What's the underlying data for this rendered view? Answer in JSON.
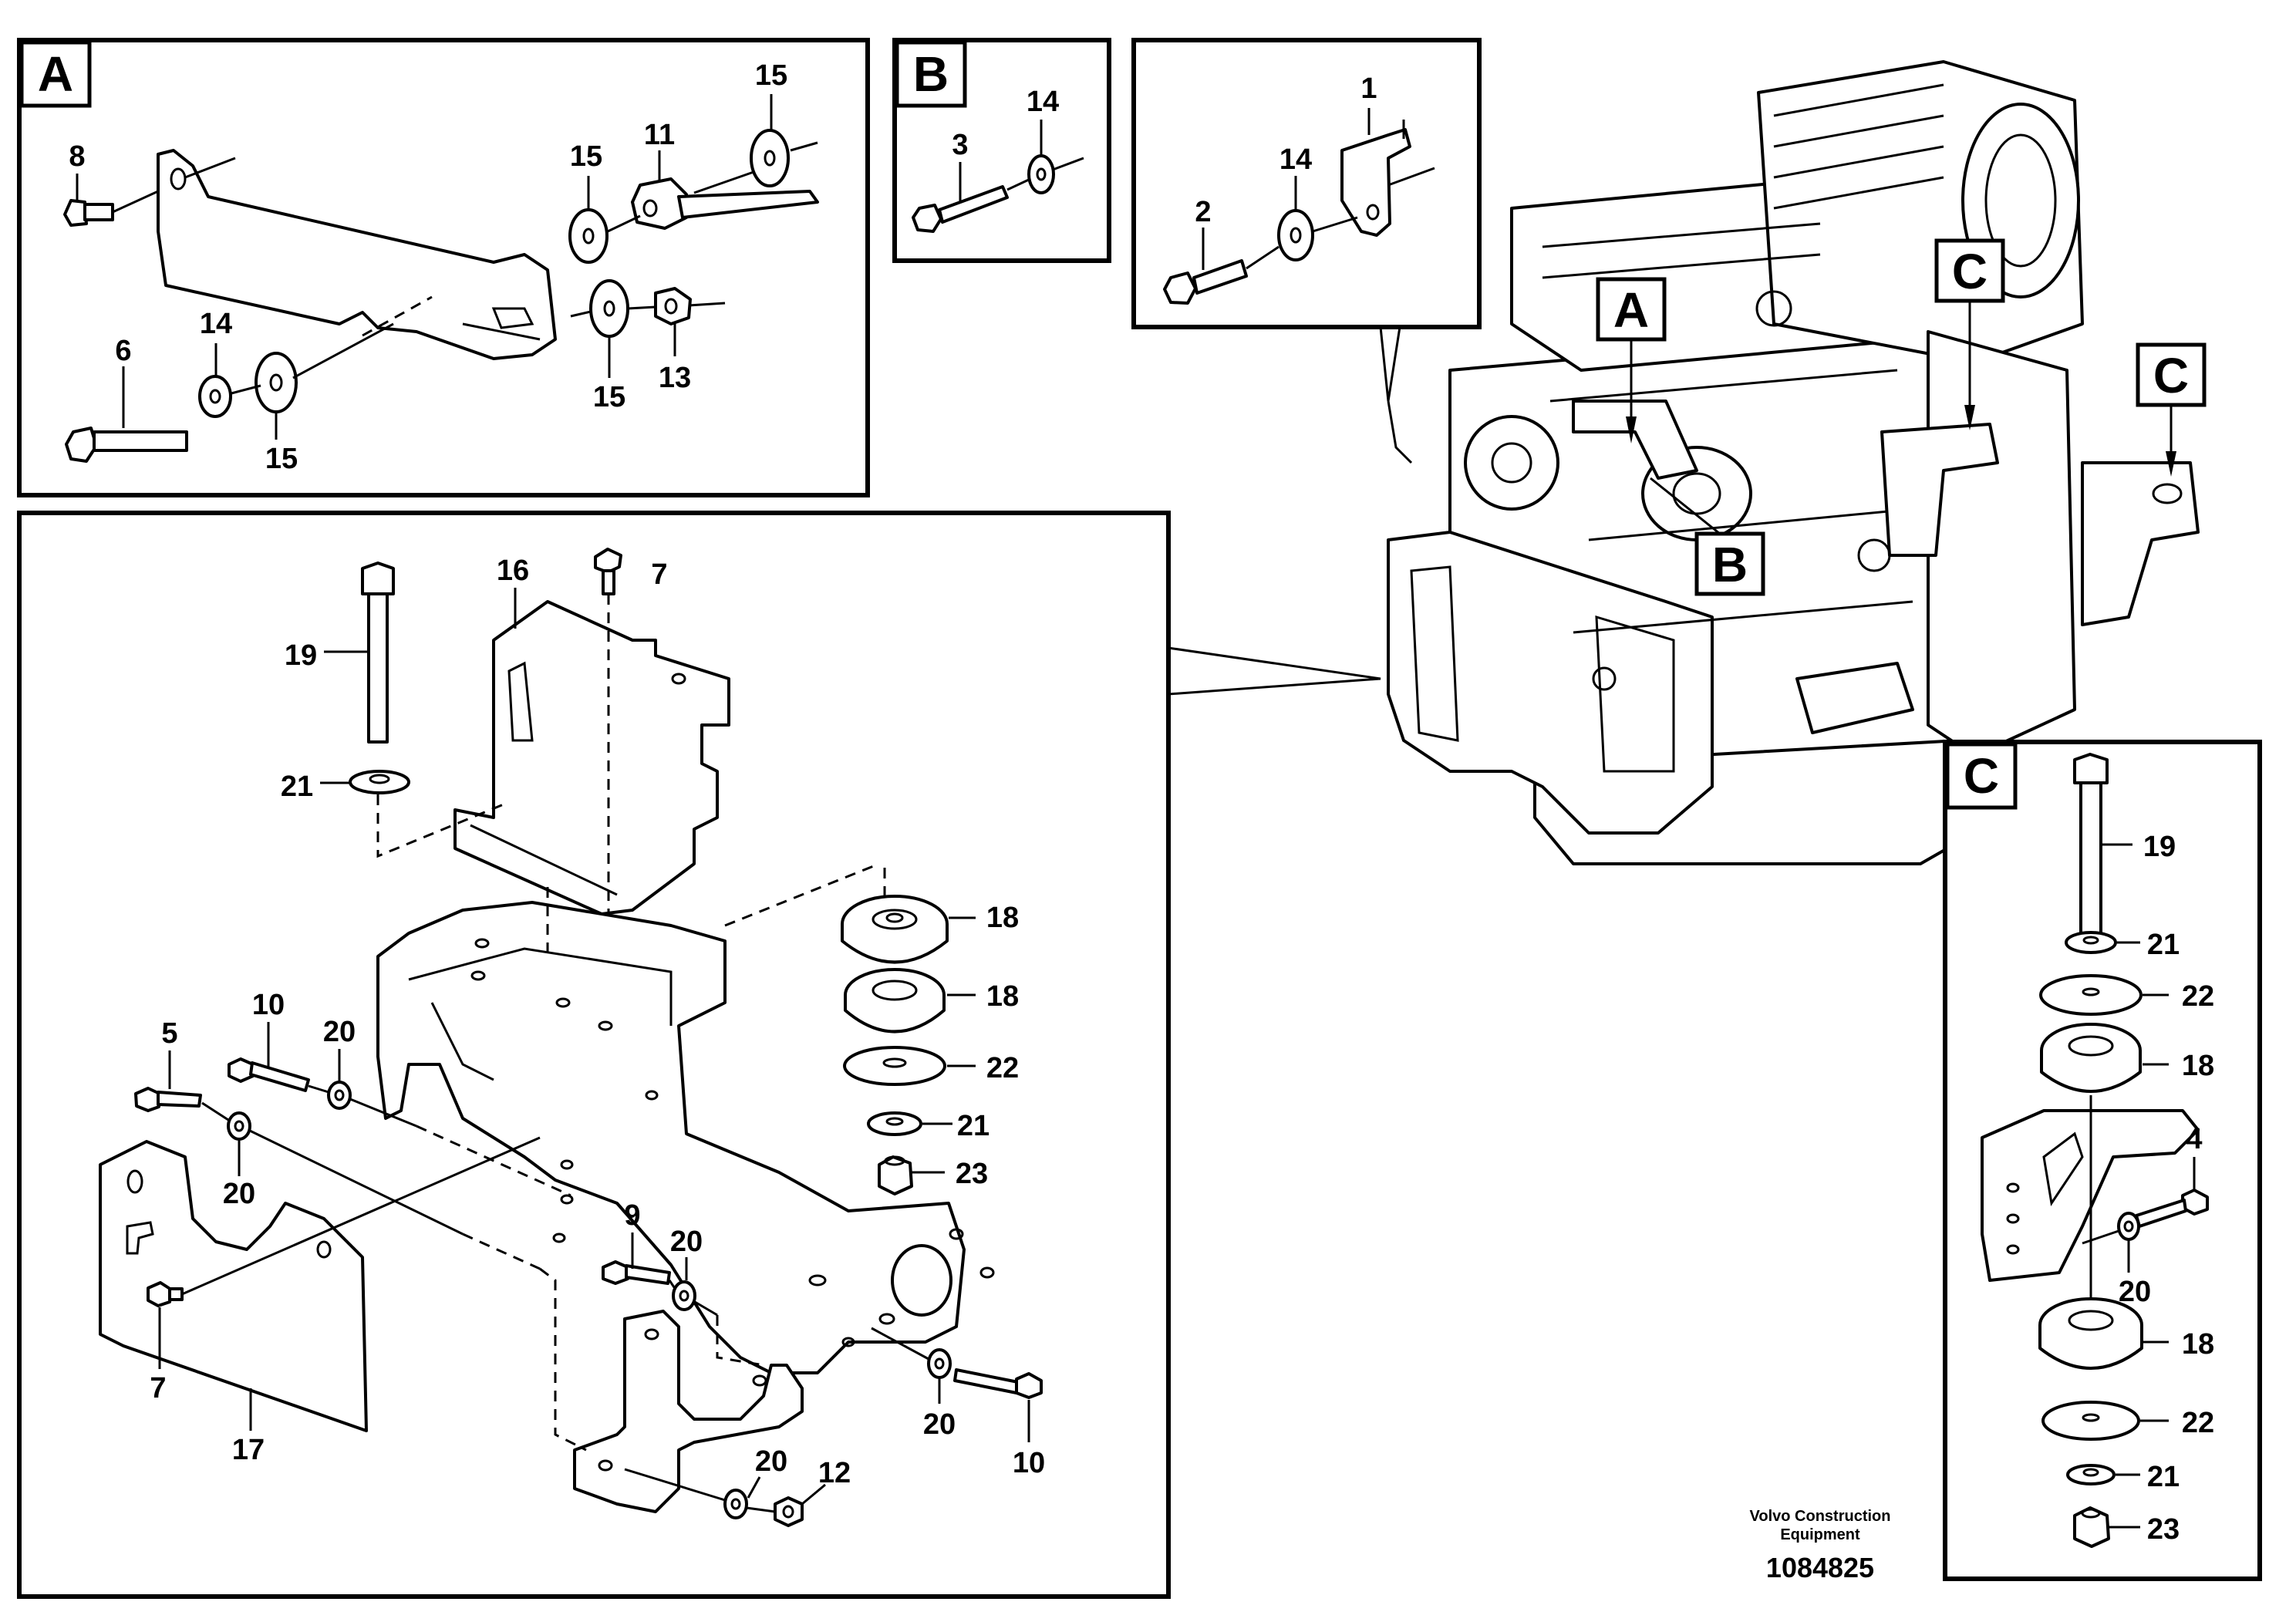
{
  "panels": {
    "a": {
      "tag": "A",
      "callouts": [
        "8",
        "15",
        "11",
        "15",
        "14",
        "6",
        "15",
        "15",
        "13"
      ]
    },
    "b": {
      "tag": "B",
      "callouts": [
        "14",
        "3"
      ]
    },
    "detail1": {
      "callouts": [
        "1",
        "14",
        "2"
      ]
    },
    "main": {
      "callouts": [
        "16",
        "7",
        "19",
        "21",
        "18",
        "18",
        "22",
        "21",
        "23",
        "5",
        "10",
        "20",
        "20",
        "9",
        "20",
        "7",
        "17",
        "20",
        "12",
        "20",
        "10"
      ]
    },
    "c": {
      "tag": "C",
      "callouts": [
        "19",
        "21",
        "22",
        "18",
        "4",
        "20",
        "18",
        "22",
        "21",
        "23"
      ]
    }
  },
  "engine": {
    "tags": [
      "A",
      "C",
      "C",
      "B"
    ]
  },
  "footer": {
    "credit_line1": "Volvo Construction",
    "credit_line2": "Equipment",
    "doc_number": "1084825"
  }
}
